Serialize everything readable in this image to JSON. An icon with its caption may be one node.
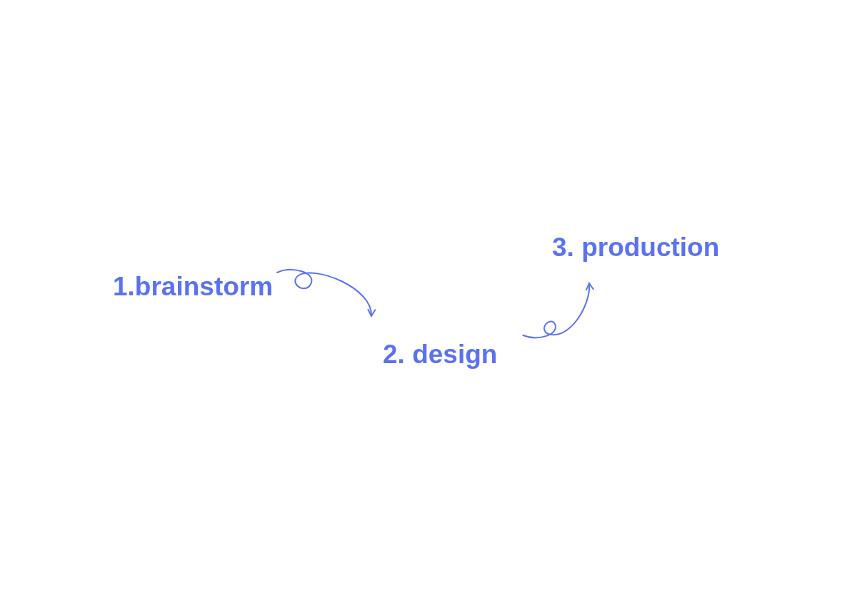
{
  "diagram": {
    "nodes": [
      {
        "text": [
          "1.brainstorm"
        ]
      },
      {
        "text": [
          "2. design"
        ]
      },
      {
        "text": [
          "3. production"
        ]
      }
    ],
    "edges": [
      {
        "from": 0,
        "to": 1,
        "arrow": "to"
      },
      {
        "from": 1,
        "to": 2,
        "arrow": "to"
      }
    ]
  }
}
